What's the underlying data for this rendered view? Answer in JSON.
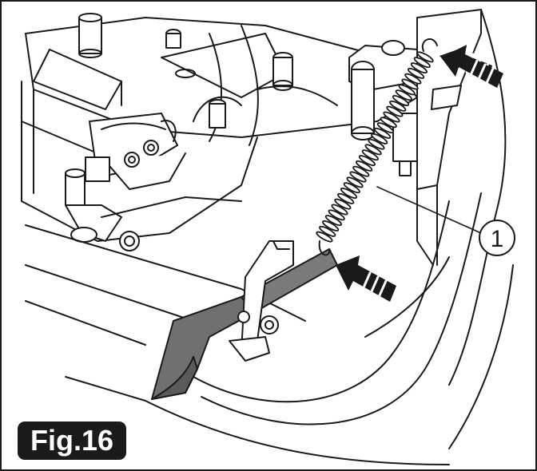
{
  "figure": {
    "label": "Fig.16",
    "callouts": [
      {
        "number": "1",
        "target": "spring"
      }
    ],
    "arrows": [
      "upper-spring-hook-arrow",
      "lower-spring-hook-arrow"
    ],
    "colors": {
      "line": "#1a1a1a",
      "shade_dark": "#6e6e6e",
      "shade_light": "#d9d9d9",
      "label_bg": "#1b1b1b",
      "label_text": "#ffffff"
    }
  }
}
